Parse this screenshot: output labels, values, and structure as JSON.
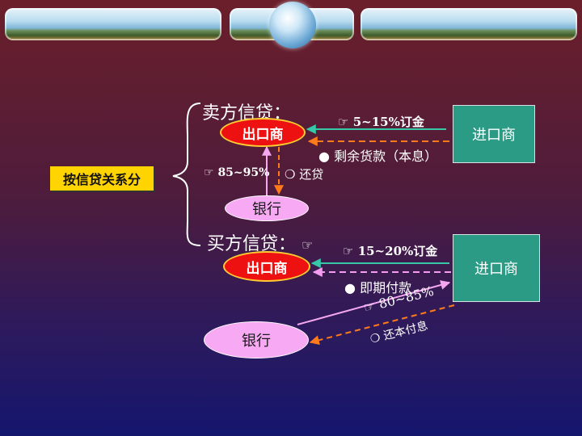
{
  "left_label": "按信贷关系分",
  "seller_credit": {
    "title": "卖方信贷：",
    "exporter": "出口商",
    "importer": "进口商",
    "bank": "银行",
    "arrow_payment": "5~15%订金",
    "remaining": "剩余货款（本息）",
    "loan": "85~95%",
    "repay": "还贷"
  },
  "buyer_credit": {
    "title": "买方信贷：",
    "exporter": "出口商",
    "importer": "进口商",
    "bank": "银行",
    "arrow_payment": "15~20%订金",
    "spot": "即期付款",
    "loan": "80~85%",
    "repay": "还本付息"
  },
  "colors": {
    "teal_arrow": "#35c9a8",
    "orange_dash": "#ff7a1a",
    "pink_dash": "#f59cf0",
    "exporter_fill": "#ee1111",
    "bank_fill": "#f7a9f4",
    "importer_fill": "#2b9b86",
    "label_fill": "#ffd400"
  },
  "icons": [
    "hand-point-icon",
    "hand-point-icon",
    "bullet-dot-icon",
    "hand-point-icon",
    "bullet-dot-icon"
  ]
}
